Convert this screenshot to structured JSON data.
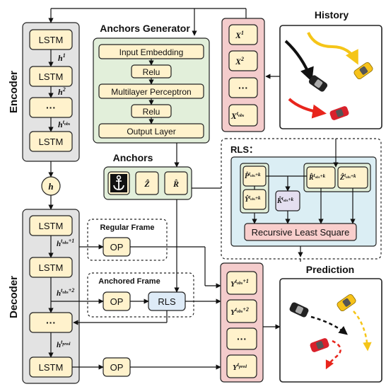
{
  "sections": {
    "encoder": "Encoder",
    "decoder": "Decoder",
    "anchors_generator": "Anchors Generator",
    "anchors": "Anchors",
    "history": "History",
    "prediction": "Prediction",
    "rls": "RLS：",
    "regular_frame": "Regular Frame",
    "anchored_frame": "Anchored Frame"
  },
  "encoder": {
    "lstm": "LSTM",
    "ellipsis": "···",
    "h1_base": "h",
    "h1_sup": "1",
    "h2_base": "h",
    "h2_sup": "2",
    "hobs_base": "h",
    "hobs_sup": "t",
    "hobs_sub": "obs"
  },
  "hidden": "h",
  "decoder": {
    "lstm": "LSTM",
    "ellipsis": "···",
    "op": "OP",
    "rls_box": "RLS",
    "h_obs1_base": "h",
    "h_obs1_sup": "t",
    "h_obs1_sub": "obs",
    "h_obs1_tail": "+1",
    "h_obs2_base": "h",
    "h_obs2_sup": "t",
    "h_obs2_sub": "obs",
    "h_obs2_tail": "+2",
    "h_pred_base": "h",
    "h_pred_sup": "t",
    "h_pred_sub": "pred"
  },
  "generator_layers": [
    "Input Embedding",
    "Relu",
    "Multilayer Perceptron",
    "Relu",
    "Output Layer"
  ],
  "anchors_items": {
    "icon": "anchor-icon",
    "z": "Ẑ",
    "r": "R̂"
  },
  "history_items": {
    "x1_base": "X",
    "x1_sup": "1",
    "x2_base": "X",
    "x2_sup": "2",
    "ellipsis": "···",
    "xobs_base": "X",
    "xobs_sup": "t",
    "xobs_sub": "obs"
  },
  "prediction_items": {
    "y1_base": "Y",
    "y1_sup": "t",
    "y1_sub": "obs",
    "y1_tail": "+1",
    "y2_base": "Y",
    "y2_sup": "t",
    "y2_sub": "obs",
    "y2_tail": "+2",
    "ellipsis": "···",
    "ypred_base": "Y",
    "ypred_sup": "t",
    "ypred_sub": "pred"
  },
  "rls_panel": {
    "p_base": "P̂",
    "p_sup": "t",
    "p_sub": "obs",
    "p_tail": "+k",
    "y_base": "Ŷ",
    "y_sup": "t",
    "y_sub": "obs",
    "y_tail": "+k",
    "k_base": "K̂",
    "k_sup": "t",
    "k_sub": "obs",
    "k_tail": "+k",
    "r_base": "R̂",
    "r_sup": "t",
    "r_sub": "obs",
    "r_tail": "+k",
    "z_base": "Ẑ",
    "z_sup": "t",
    "z_sub": "obs",
    "z_tail": "+k",
    "recursive": "Recursive Least Square"
  },
  "colors": {
    "gray_panel": "#e3e3e3",
    "green_panel": "#e2efda",
    "pink_panel": "#f4cccc",
    "blue_panel": "#dbeef4",
    "cream_box": "#fff2cc",
    "rls_box": "#deebf7",
    "recursive_box": "#f8cecc",
    "k_box": "#e4dff0",
    "car_yellow": "#f7c21a",
    "car_red": "#d9212b",
    "car_black": "#222222",
    "arrow_red": "#e8251c",
    "arrow_yellow": "#f5c518"
  }
}
